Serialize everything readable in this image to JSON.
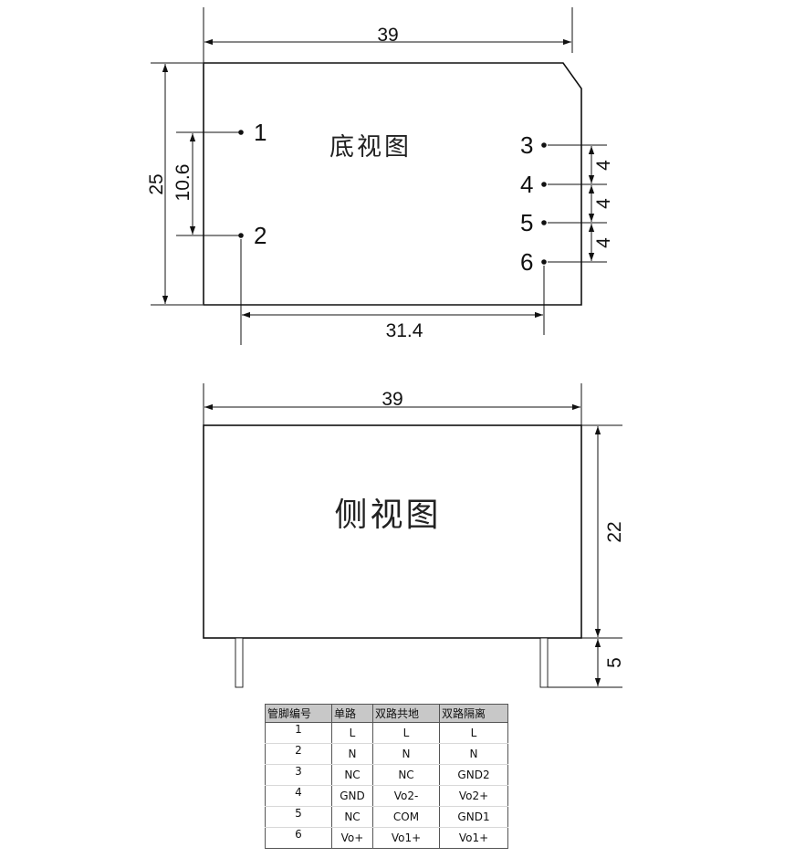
{
  "bottom_view": {
    "title": "底视图",
    "width_label": "39",
    "height_label": "25",
    "pin12_spacing_label": "10.6",
    "pin_span_label": "31.4",
    "right_pitch_labels": [
      "4",
      "4",
      "4"
    ],
    "pins": [
      "1",
      "2",
      "3",
      "4",
      "5",
      "6"
    ]
  },
  "side_view": {
    "title": "侧视图",
    "width_label": "39",
    "height_label": "22",
    "pin_length_label": "5"
  },
  "pin_table": {
    "headers": [
      "管脚编号",
      "单路",
      "双路共地",
      "双路隔离"
    ],
    "rows": [
      [
        "1",
        "L",
        "L",
        "L"
      ],
      [
        "2",
        "N",
        "N",
        "N"
      ],
      [
        "3",
        "NC",
        "NC",
        "GND2"
      ],
      [
        "4",
        "GND",
        "Vo2-",
        "Vo2+"
      ],
      [
        "5",
        "NC",
        "COM",
        "GND1"
      ],
      [
        "6",
        "Vo+",
        "Vo1+",
        "Vo1+"
      ]
    ]
  }
}
